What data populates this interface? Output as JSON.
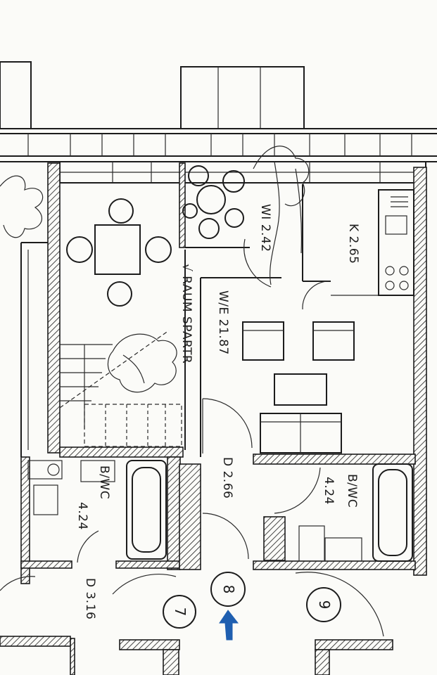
{
  "rooms": {
    "wi": "WI 2.42",
    "kitchen": "K 2.65",
    "living": "W/E 21.87",
    "storage": "√ RAUM SPARTR",
    "bath_right_name": "B/WC",
    "bath_right_area": "4.24",
    "bath_left_name": "B/WC",
    "bath_left_area": "4.24",
    "hall_mid": "D 2.66",
    "hall_left": "D 3.16"
  },
  "apartments": {
    "seven": "7",
    "eight": "8",
    "nine": "9"
  },
  "colors": {
    "ink": "#1c1c1c",
    "paper": "#fbfbf8",
    "entry_arrow": "#1f5fb0"
  }
}
